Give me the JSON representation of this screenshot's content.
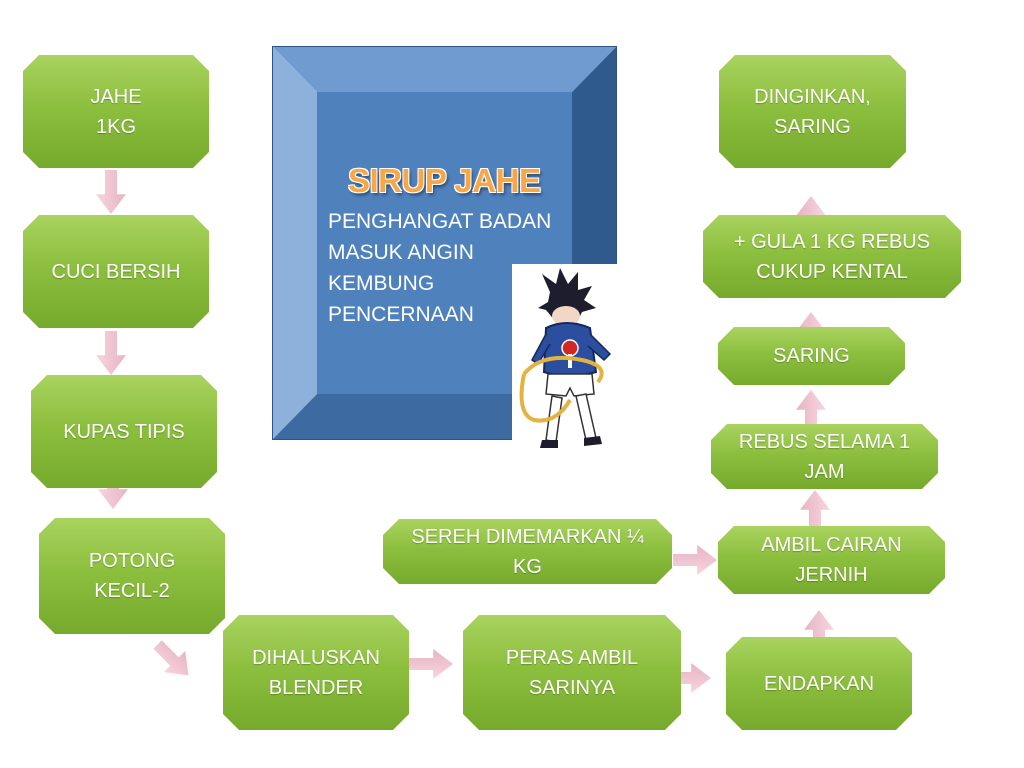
{
  "title": "SIRUP JAHE",
  "benefits": [
    "PENGHANGAT BADAN",
    "MASUK ANGIN",
    "KEMBUNG",
    "PENCERNAAN"
  ],
  "steps": {
    "jahe": "JAHE\n1KG",
    "cuci": "CUCI BERSIH",
    "kupas": "KUPAS TIPIS",
    "potong": "POTONG\nKECIL-2",
    "dihaluskan": "DIHALUSKAN\nBLENDER",
    "peras": "PERAS AMBIL\nSARINYA",
    "endapkan": "ENDAPKAN",
    "sereh": "SEREH DIMEMARKAN  ¼\nKG",
    "ambil": "AMBIL  CAIRAN\nJERNIH",
    "rebus": "REBUS SELAMA 1\nJAM",
    "saring": "SARING",
    "gula": "+ GULA 1 KG REBUS\nCUKUP KENTAL",
    "dinginkan": "DINGINKAN,\nSARING"
  },
  "colors": {
    "step_fill": "#8dbf3f",
    "arrow_fill": "#f2c6d3",
    "panel_fill": "#4f81bd",
    "title_color": "#f7a648"
  }
}
